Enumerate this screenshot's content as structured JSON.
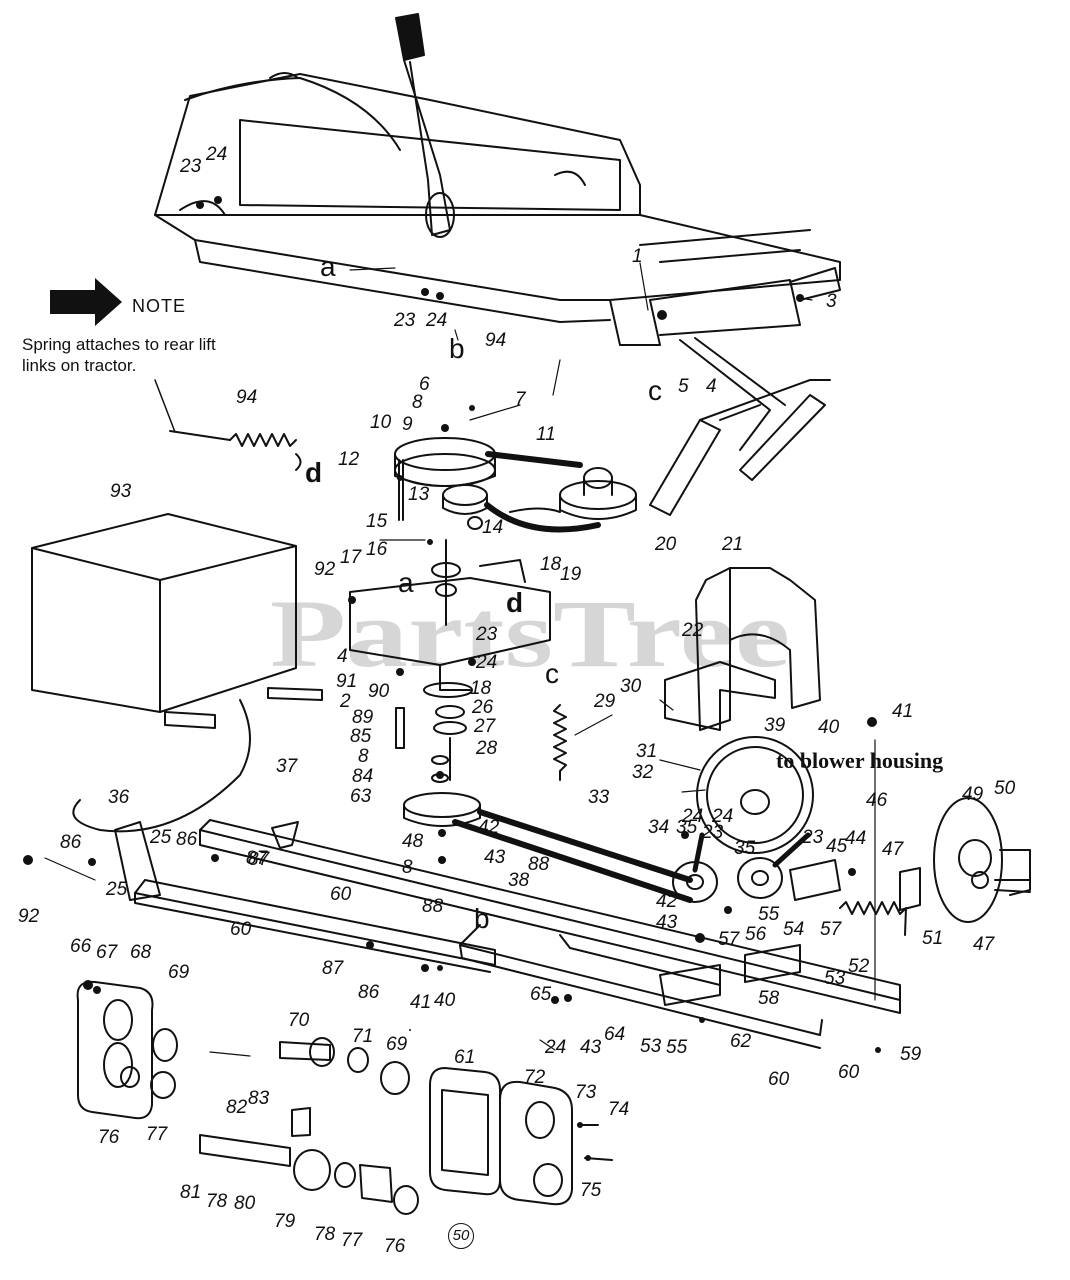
{
  "note": {
    "title": "NOTE",
    "text": "Spring attaches to rear lift links on tractor."
  },
  "watermark": "PartsTree",
  "annotation_blower": "to blower housing",
  "page_number": "50",
  "reference_letters": [
    "a",
    "b",
    "c",
    "d",
    "a",
    "d",
    "c",
    "b"
  ],
  "callouts": [
    {
      "n": "23"
    },
    {
      "n": "24"
    },
    {
      "n": "1"
    },
    {
      "n": "3"
    },
    {
      "n": "23"
    },
    {
      "n": "24"
    },
    {
      "n": "94"
    },
    {
      "n": "5"
    },
    {
      "n": "4"
    },
    {
      "n": "6"
    },
    {
      "n": "8"
    },
    {
      "n": "7"
    },
    {
      "n": "9"
    },
    {
      "n": "10"
    },
    {
      "n": "11"
    },
    {
      "n": "94"
    },
    {
      "n": "12"
    },
    {
      "n": "13"
    },
    {
      "n": "14"
    },
    {
      "n": "20"
    },
    {
      "n": "93"
    },
    {
      "n": "15"
    },
    {
      "n": "16"
    },
    {
      "n": "18"
    },
    {
      "n": "19"
    },
    {
      "n": "92"
    },
    {
      "n": "17"
    },
    {
      "n": "21"
    },
    {
      "n": "22"
    },
    {
      "n": "23"
    },
    {
      "n": "24"
    },
    {
      "n": "4"
    },
    {
      "n": "91"
    },
    {
      "n": "90"
    },
    {
      "n": "18"
    },
    {
      "n": "2"
    },
    {
      "n": "26"
    },
    {
      "n": "89"
    },
    {
      "n": "27"
    },
    {
      "n": "85"
    },
    {
      "n": "28"
    },
    {
      "n": "8"
    },
    {
      "n": "84"
    },
    {
      "n": "63"
    },
    {
      "n": "29"
    },
    {
      "n": "30"
    },
    {
      "n": "39"
    },
    {
      "n": "40"
    },
    {
      "n": "41"
    },
    {
      "n": "31"
    },
    {
      "n": "32"
    },
    {
      "n": "37"
    },
    {
      "n": "33"
    },
    {
      "n": "46"
    },
    {
      "n": "49"
    },
    {
      "n": "50"
    },
    {
      "n": "36"
    },
    {
      "n": "25"
    },
    {
      "n": "86"
    },
    {
      "n": "86"
    },
    {
      "n": "87"
    },
    {
      "n": "48"
    },
    {
      "n": "8"
    },
    {
      "n": "42"
    },
    {
      "n": "24"
    },
    {
      "n": "34"
    },
    {
      "n": "35"
    },
    {
      "n": "23"
    },
    {
      "n": "24"
    },
    {
      "n": "35"
    },
    {
      "n": "23"
    },
    {
      "n": "44"
    },
    {
      "n": "45"
    },
    {
      "n": "47"
    },
    {
      "n": "43"
    },
    {
      "n": "88"
    },
    {
      "n": "87"
    },
    {
      "n": "92"
    },
    {
      "n": "25"
    },
    {
      "n": "60"
    },
    {
      "n": "60"
    },
    {
      "n": "38"
    },
    {
      "n": "42"
    },
    {
      "n": "43"
    },
    {
      "n": "55"
    },
    {
      "n": "57"
    },
    {
      "n": "56"
    },
    {
      "n": "54"
    },
    {
      "n": "57"
    },
    {
      "n": "51"
    },
    {
      "n": "47"
    },
    {
      "n": "88"
    },
    {
      "n": "53"
    },
    {
      "n": "52"
    },
    {
      "n": "87"
    },
    {
      "n": "86"
    },
    {
      "n": "41"
    },
    {
      "n": "40"
    },
    {
      "n": "58"
    },
    {
      "n": "66"
    },
    {
      "n": "67"
    },
    {
      "n": "68"
    },
    {
      "n": "69"
    },
    {
      "n": "65"
    },
    {
      "n": "24"
    },
    {
      "n": "43"
    },
    {
      "n": "64"
    },
    {
      "n": "53"
    },
    {
      "n": "55"
    },
    {
      "n": "62"
    },
    {
      "n": "60"
    },
    {
      "n": "60"
    },
    {
      "n": "59"
    },
    {
      "n": "70"
    },
    {
      "n": "71"
    },
    {
      "n": "69"
    },
    {
      "n": "76"
    },
    {
      "n": "77"
    },
    {
      "n": "83"
    },
    {
      "n": "82"
    },
    {
      "n": "61"
    },
    {
      "n": "72"
    },
    {
      "n": "73"
    },
    {
      "n": "74"
    },
    {
      "n": "81"
    },
    {
      "n": "78"
    },
    {
      "n": "80"
    },
    {
      "n": "79"
    },
    {
      "n": "78"
    },
    {
      "n": "77"
    },
    {
      "n": "76"
    },
    {
      "n": "75"
    }
  ]
}
